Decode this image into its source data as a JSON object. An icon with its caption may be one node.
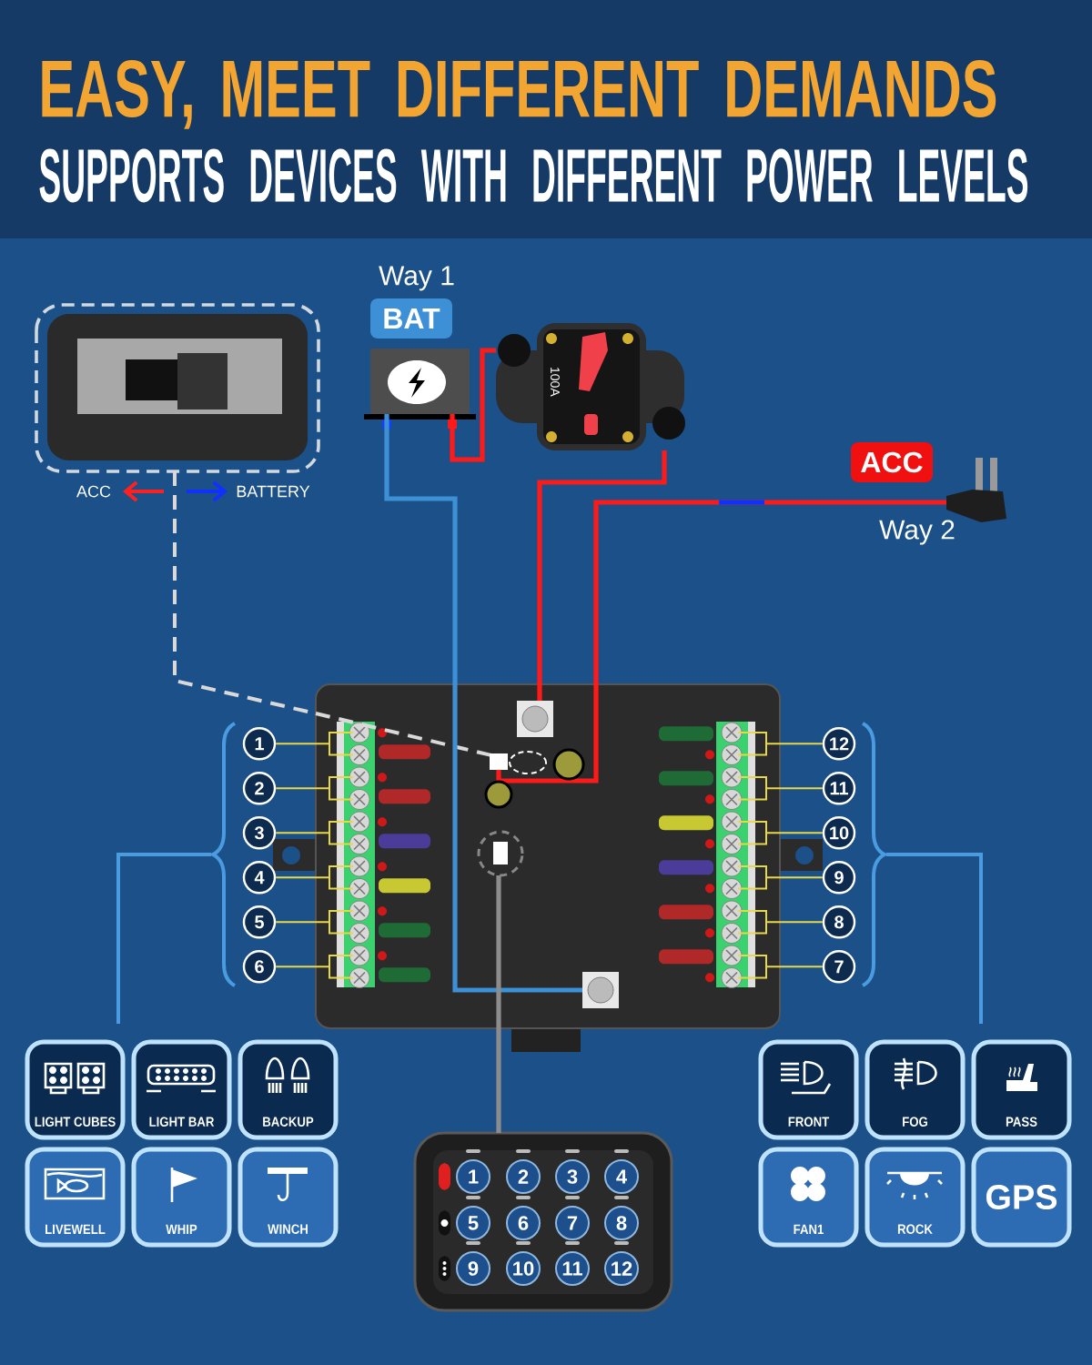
{
  "diagram": {
    "title": "EASY, MEET DIFFERENT DEMANDS",
    "nodes": [
      {
        "text": [],
        "shape": "picture"
      },
      {
        "text": [],
        "shape": "box"
      },
      {
        "text": [
          "100A"
        ]
      },
      {
        "text": [],
        "shape": "picture"
      },
      {
        "text": [],
        "shape": "picture"
      },
      {
        "text": [
          "1"
        ]
      },
      {
        "text": [
          "2"
        ]
      },
      {
        "text": [
          "3"
        ]
      },
      {
        "text": [
          "4"
        ]
      },
      {
        "text": [
          "5"
        ]
      },
      {
        "text": [
          "6"
        ]
      },
      {
        "text": [
          "12"
        ]
      },
      {
        "text": [
          "11"
        ]
      },
      {
        "text": [
          "10"
        ]
      },
      {
        "text": [
          "9"
        ]
      },
      {
        "text": [
          "8"
        ]
      },
      {
        "text": [
          "7"
        ]
      },
      {
        "text": [],
        "shape": "picture"
      },
      {
        "text": [
          "LIGHT CUBES"
        ]
      },
      {
        "text": [
          "LIGHT BAR"
        ]
      },
      {
        "text": [
          "BACKUP"
        ]
      },
      {
        "text": [
          "FRONT"
        ]
      },
      {
        "text": [
          "FOG"
        ]
      },
      {
        "text": [
          "PASS"
        ]
      },
      {
        "text": [
          "LIVEWELL"
        ]
      },
      {
        "text": [
          "WHIP"
        ]
      },
      {
        "text": [
          "WINCH"
        ]
      },
      {
        "text": [
          "FAN1"
        ]
      },
      {
        "text": [
          "ROCK"
        ]
      },
      {
        "text": [
          "GPS"
        ]
      }
    ],
    "edges": [
      {
        "from": 0,
        "to": 4,
        "arrow": "none",
        "style": "dashed",
        "color": "#d9d9d9"
      },
      {
        "from": 1,
        "to": 2,
        "arrow": "none",
        "style": "thick",
        "color": "#ff1a1a"
      },
      {
        "from": 2,
        "to": 4,
        "arrow": "none",
        "style": "thick",
        "color": "#ff1a1a"
      },
      {
        "from": 3,
        "to": 4,
        "arrow": "none",
        "style": "thick",
        "color": "#ff1a1a"
      },
      {
        "from": 1,
        "to": 4,
        "arrow": "none",
        "style": "thick",
        "color": "#3d8fd6"
      },
      {
        "from": 4,
        "to": 17,
        "arrow": "none",
        "style": "thick",
        "color": "#8c8c8c"
      },
      {
        "from": 5,
        "to": 4,
        "arrow": "none"
      },
      {
        "from": 6,
        "to": 4,
        "arrow": "none"
      },
      {
        "from": 7,
        "to": 4,
        "arrow": "none"
      },
      {
        "from": 8,
        "to": 4,
        "arrow": "none"
      },
      {
        "from": 9,
        "to": 4,
        "arrow": "none"
      },
      {
        "from": 10,
        "to": 4,
        "arrow": "none"
      },
      {
        "from": 11,
        "to": 4,
        "arrow": "none"
      },
      {
        "from": 12,
        "to": 4,
        "arrow": "none"
      },
      {
        "from": 13,
        "to": 4,
        "arrow": "none"
      },
      {
        "from": 14,
        "to": 4,
        "arrow": "none"
      },
      {
        "from": 15,
        "to": 4,
        "arrow": "none"
      },
      {
        "from": 16,
        "to": 4,
        "arrow": "none"
      }
    ],
    "labels": [
      "SUPPORTS DEVICES WITH DIFFERENT POWER LEVELS",
      "Way 1",
      "BAT",
      "ACC",
      "BATTERY",
      "ACC",
      "Way 2",
      "1",
      "2",
      "3",
      "4",
      "5",
      "6",
      "7",
      "8",
      "9",
      "10",
      "11",
      "12"
    ]
  }
}
